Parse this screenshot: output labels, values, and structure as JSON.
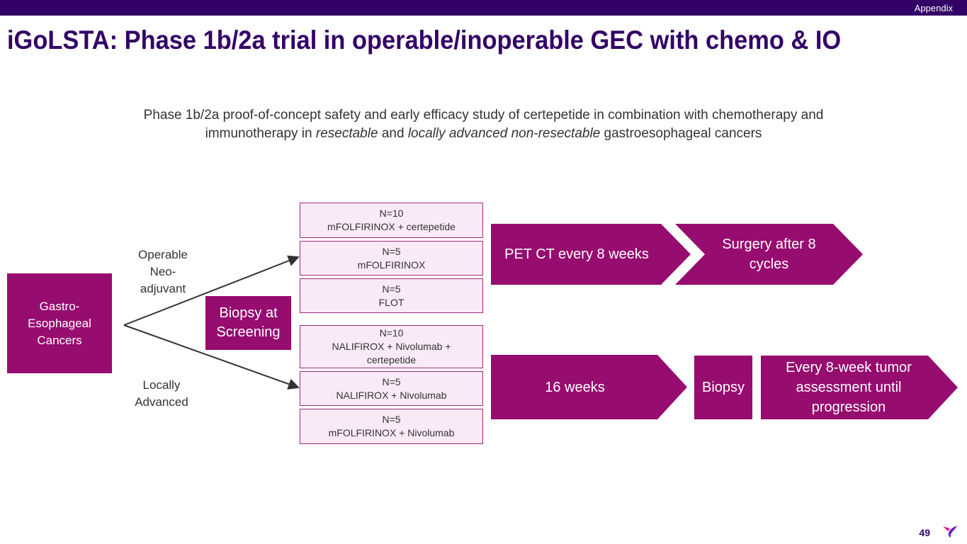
{
  "header": {
    "section": "Appendix",
    "title": "iGoLSTA: Phase 1b/2a trial in operable/inoperable GEC with chemo & IO"
  },
  "subtitle": {
    "part1": "Phase 1b/2a proof-of-concept safety and early efficacy study of certepetide in combination with chemotherapy and immunotherapy in ",
    "italic1": "resectable",
    "part2": " and ",
    "italic2": "locally advanced non-resectable",
    "part3": " gastroesophageal cancers"
  },
  "diagram": {
    "origin": "Gastro-Esophageal Cancers",
    "branch_top": "Operable Neo-adjuvant",
    "branch_bottom": "Locally Advanced",
    "biopsy_screening": "Biopsy at Screening",
    "arms": [
      {
        "n": "N=10",
        "regimen": "mFOLFIRINOX + certepetide"
      },
      {
        "n": "N=5",
        "regimen": "mFOLFIRINOX"
      },
      {
        "n": "N=5",
        "regimen": "FLOT"
      },
      {
        "n": "N=10",
        "regimen": "NALIFIROX + Nivolumab + certepetide"
      },
      {
        "n": "N=5",
        "regimen": "NALIFIROX + Nivolumab"
      },
      {
        "n": "N=5",
        "regimen": "mFOLFIRINOX + Nivolumab"
      }
    ],
    "operable_steps": [
      "PET CT every 8 weeks",
      "Surgery after 8 cycles"
    ],
    "advanced_steps": [
      "16 weeks",
      "Biopsy",
      "Every 8-week tumor assessment until progression"
    ]
  },
  "footer": {
    "page": "49"
  },
  "colors": {
    "brand_dark": "#330066",
    "magenta": "#960c6f"
  }
}
